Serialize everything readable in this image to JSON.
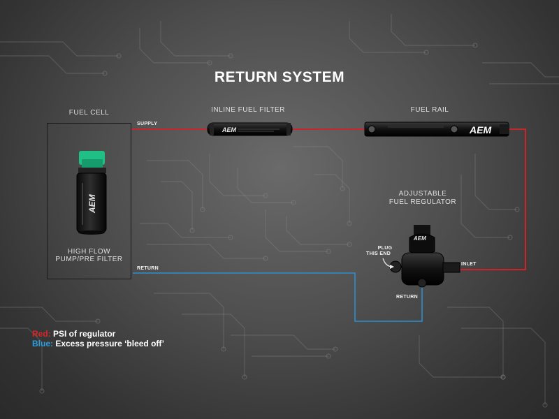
{
  "title": "RETURN SYSTEM",
  "components": {
    "fuel_cell": "FUEL CELL",
    "inline_filter": "INLINE FUEL FILTER",
    "fuel_rail": "FUEL RAIL",
    "regulator_line1": "ADJUSTABLE",
    "regulator_line2": "FUEL REGULATOR",
    "pump_line1": "HIGH FLOW",
    "pump_line2": "PUMP/PRE FILTER"
  },
  "line_labels": {
    "supply": "SUPPLY",
    "return_left": "RETURN",
    "return_reg": "RETURN",
    "inlet": "INLET",
    "plug_line1": "PLUG",
    "plug_line2": "THIS END"
  },
  "brand": "AEM",
  "legend": {
    "red_key": "Red:",
    "red_text": " PSI of regulator",
    "blue_key": "Blue:",
    "blue_text": " Excess pressure ‘bleed off’"
  },
  "colors": {
    "supply_line": "#c8262a",
    "return_line": "#2b8fd0",
    "pump_accent": "#1fbf86"
  }
}
